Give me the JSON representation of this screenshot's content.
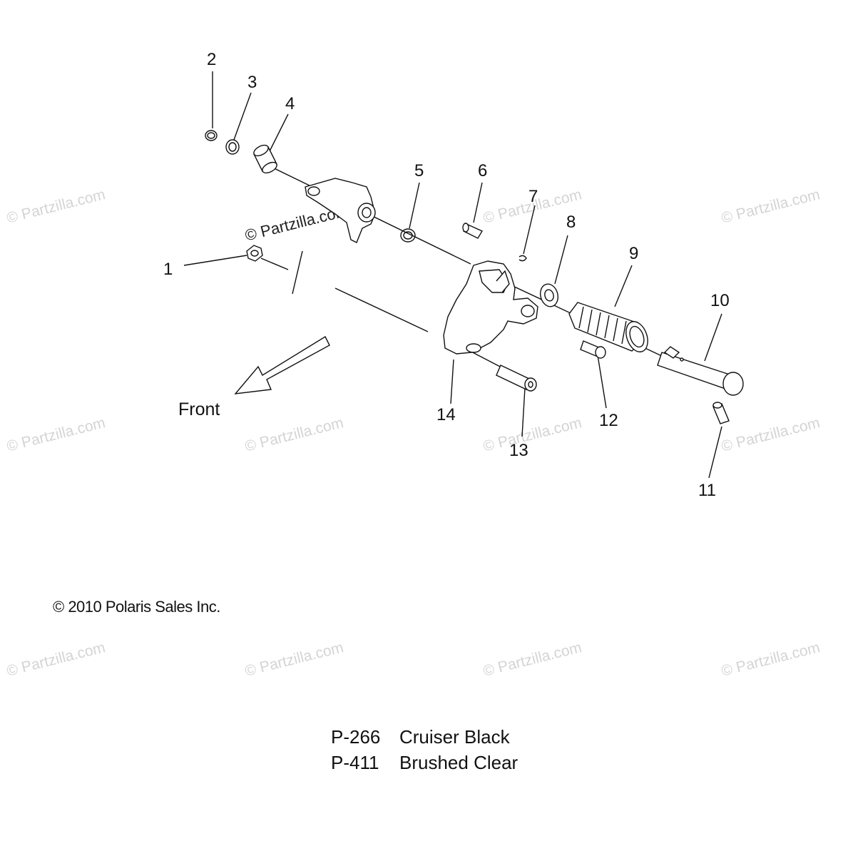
{
  "callouts": [
    {
      "id": "1",
      "label": "1"
    },
    {
      "id": "2",
      "label": "2"
    },
    {
      "id": "3",
      "label": "3"
    },
    {
      "id": "4",
      "label": "4"
    },
    {
      "id": "5",
      "label": "5"
    },
    {
      "id": "6",
      "label": "6"
    },
    {
      "id": "7",
      "label": "7"
    },
    {
      "id": "8",
      "label": "8"
    },
    {
      "id": "9",
      "label": "9"
    },
    {
      "id": "10",
      "label": "10"
    },
    {
      "id": "11",
      "label": "11"
    },
    {
      "id": "12",
      "label": "12"
    },
    {
      "id": "13",
      "label": "13"
    },
    {
      "id": "14",
      "label": "14"
    }
  ],
  "direction_label": "Front",
  "copyright": "© 2010 Polaris Sales Inc.",
  "watermark": "© Partzilla.com",
  "legend": [
    {
      "code": "P-266",
      "name": "Cruiser Black"
    },
    {
      "code": "P-411",
      "name": "Brushed Clear"
    }
  ]
}
